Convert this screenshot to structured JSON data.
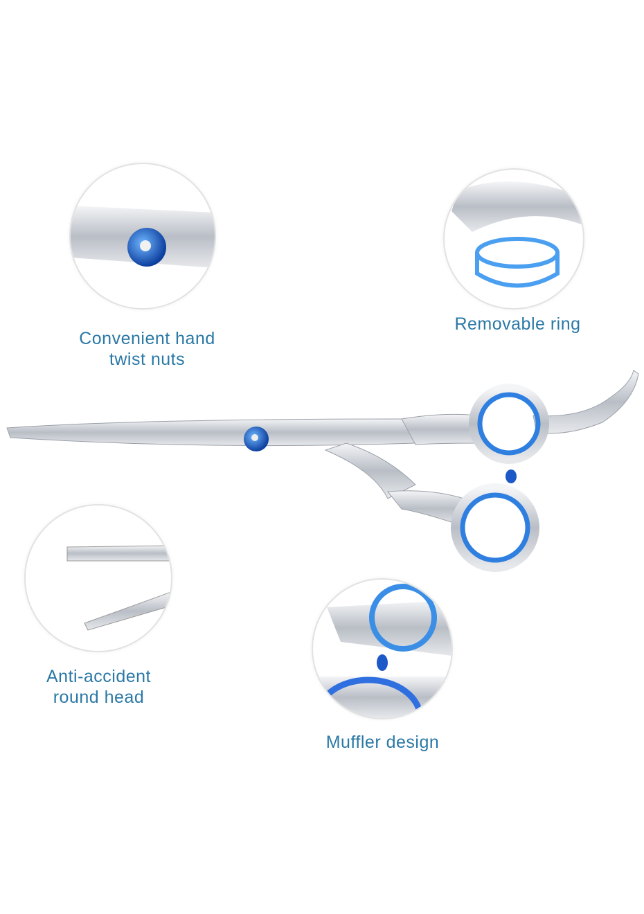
{
  "features": [
    {
      "label_line1": "Convenient hand",
      "label_line2": "twist nuts",
      "icon": "twist-nut"
    },
    {
      "label_line1": "Removable ring",
      "icon": "removable-ring"
    },
    {
      "label_line1": "Anti-accident",
      "label_line2": "round head",
      "icon": "round-head"
    },
    {
      "label_line1": "Muffler design",
      "icon": "muffler"
    }
  ],
  "colors": {
    "text": "#2a78a6",
    "accent_blue": "#1e6fd9",
    "ring_blue": "#3a8ee6",
    "steel": "#c8ccd2"
  }
}
